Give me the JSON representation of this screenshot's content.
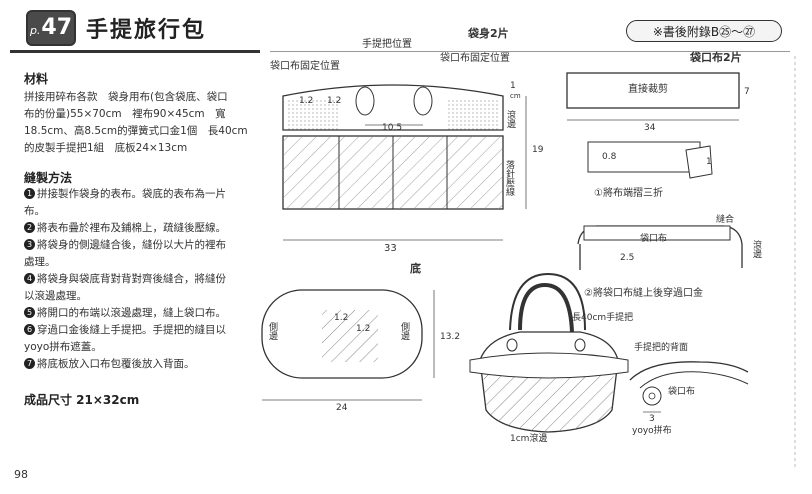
{
  "header": {
    "page_prefix": "p.",
    "page_num": "47",
    "title": "手提旅行包",
    "ref": "※書後附錄B㉕～㉗"
  },
  "materials": {
    "heading": "材料",
    "lines": [
      "拼接用碎布各款　袋身用布(包含袋底、袋口",
      "布的份量)55×70cm　裡布90×45cm　寬",
      "18.5cm、高8.5cm的彈簧式口金1個　長40cm",
      "的皮製手提把1組　底板24×13cm"
    ]
  },
  "method": {
    "heading": "縫製方法",
    "steps": [
      {
        "n": "1",
        "t": "拼接製作袋身的表布。袋底的表布為一片"
      },
      {
        "n": "",
        "t": "布。"
      },
      {
        "n": "2",
        "t": "將表布疊於裡布及鋪棉上，疏縫後壓線。"
      },
      {
        "n": "3",
        "t": "將袋身的側邊縫合後，縫份以大片的裡布"
      },
      {
        "n": "",
        "t": "處理。"
      },
      {
        "n": "4",
        "t": "將袋身與袋底背對背對齊後縫合，將縫份"
      },
      {
        "n": "",
        "t": "以滾邊處理。"
      },
      {
        "n": "5",
        "t": "將開口的布端以滾邊處理，縫上袋口布。"
      },
      {
        "n": "6",
        "t": "穿過口金後縫上手提把。手提把的縫目以"
      },
      {
        "n": "",
        "t": "yoyo拼布遮蓋。"
      },
      {
        "n": "7",
        "t": "將底板放入口布包覆後放入背面。"
      }
    ]
  },
  "finished_size": "成品尺寸 21×32cm",
  "page_number": "98",
  "body_diagram": {
    "heading": "袋身2片",
    "handle_pos": "手提把位置",
    "mouth_fixed": "袋口布固定位置",
    "dim_top": "1.2",
    "dim_top2": "1.2",
    "dim_105": "10.5",
    "dim_1cm": "1",
    "cm": "cm",
    "binding": "滾邊",
    "dim_19": "19",
    "quilting": "落針壓線",
    "dim_33": "33"
  },
  "mouth_diagram": {
    "heading": "袋口布2片",
    "cut": "直接裁剪",
    "dim_7": "7",
    "dim_34": "34",
    "dim_08": "0.8",
    "dim_1": "1",
    "step1": "①將布端摺三折",
    "mouth_cloth": "袋口布",
    "sew": "縫合",
    "binding": "滾邊",
    "dim_25": "2.5",
    "step2": "②將袋口布縫上後穿過口金"
  },
  "bottom_diagram": {
    "heading": "底",
    "side_left": "側邊",
    "side_right": "側邊",
    "dim_12a": "1.2",
    "dim_12b": "1.2",
    "dim_132": "13.2",
    "dim_24": "24"
  },
  "bag_diagram": {
    "handle": "長40cm手提把",
    "binding": "1cm滾邊"
  },
  "detail_diagram": {
    "handle_back": "手提把的背面",
    "mouth_cloth": "袋口布",
    "dim_3": "3",
    "yoyo": "yoyo拼布"
  }
}
